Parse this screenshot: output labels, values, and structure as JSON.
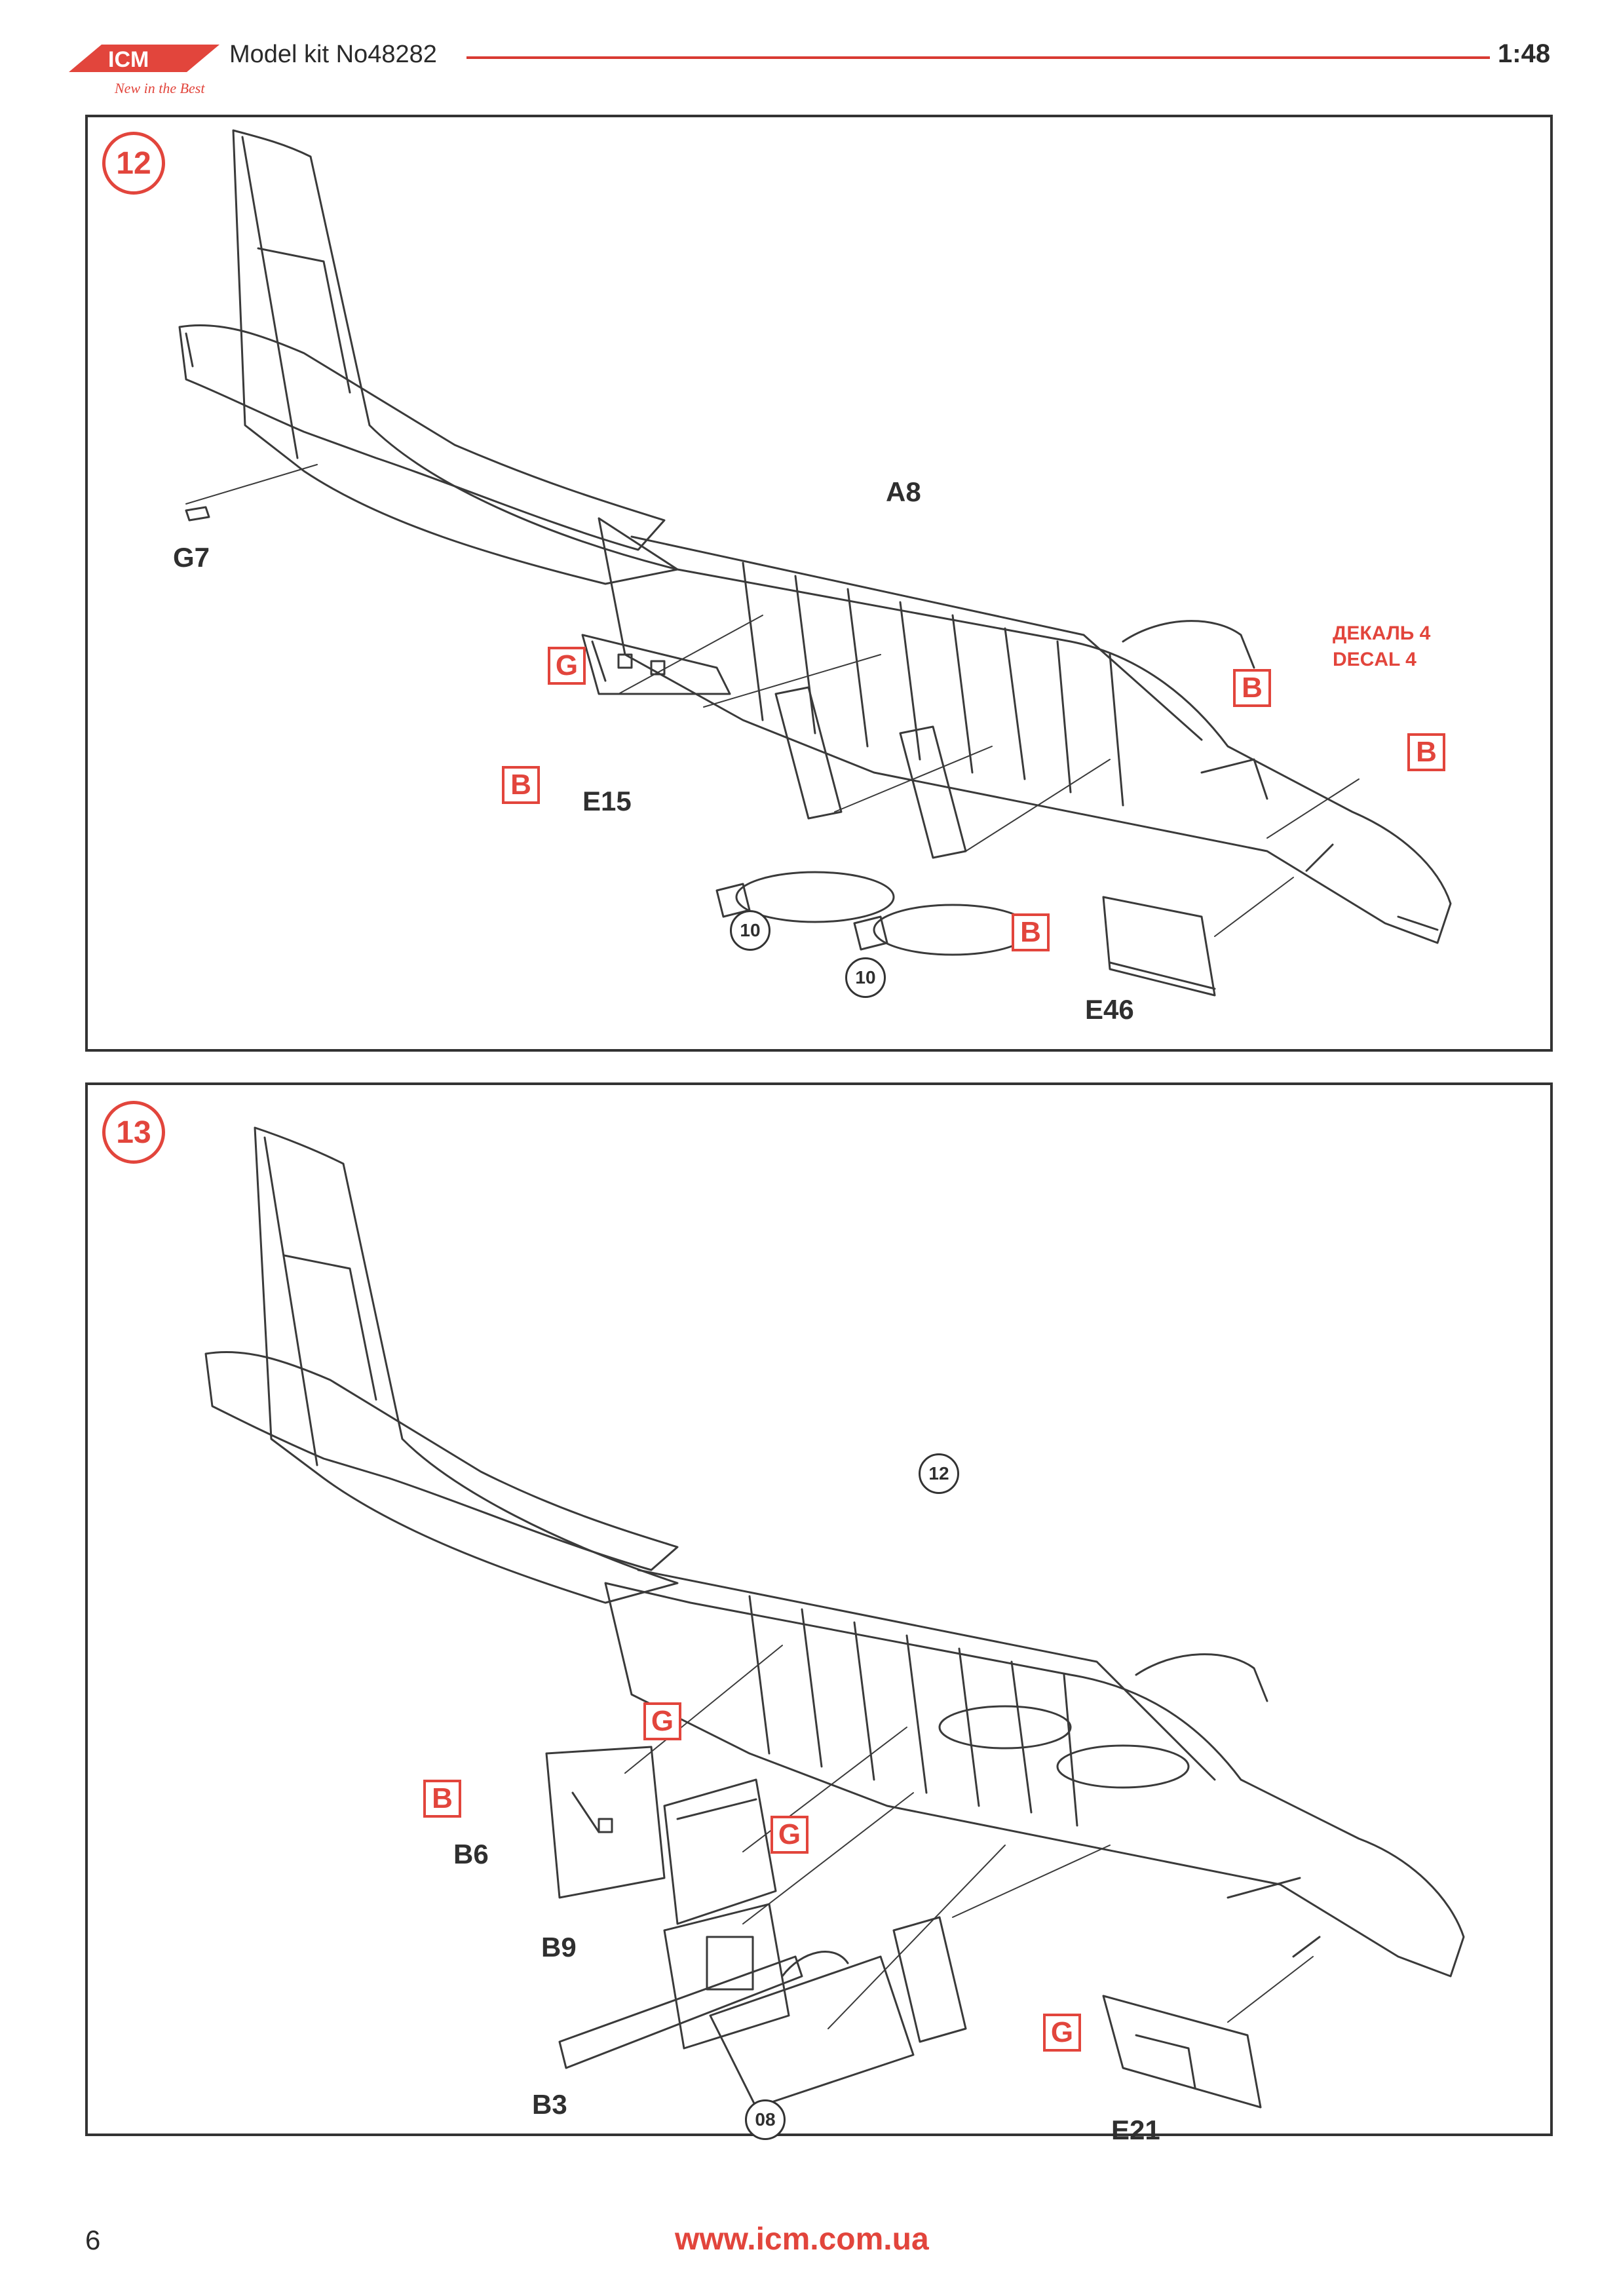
{
  "header": {
    "brand": "ICM",
    "tagline": "New in the Best",
    "title": "Model kit No48282",
    "scale": "1:48",
    "accent_color": "#e2453c"
  },
  "step12": {
    "number": "12",
    "parts": [
      "A8",
      "G7",
      "E15",
      "E46"
    ],
    "refs": [
      "10",
      "10"
    ],
    "callouts": [
      "G",
      "B",
      "B",
      "B",
      "B"
    ],
    "decal_note": [
      "ДЕКАЛЬ 4",
      "DECAL 4"
    ]
  },
  "step13": {
    "number": "13",
    "parts": [
      "B6",
      "B9",
      "B3",
      "E21"
    ],
    "refs": [
      "12",
      "08"
    ],
    "callouts": [
      "G",
      "B",
      "G",
      "G"
    ]
  },
  "footer": {
    "page_number": "6",
    "url": "www.icm.com.ua"
  }
}
